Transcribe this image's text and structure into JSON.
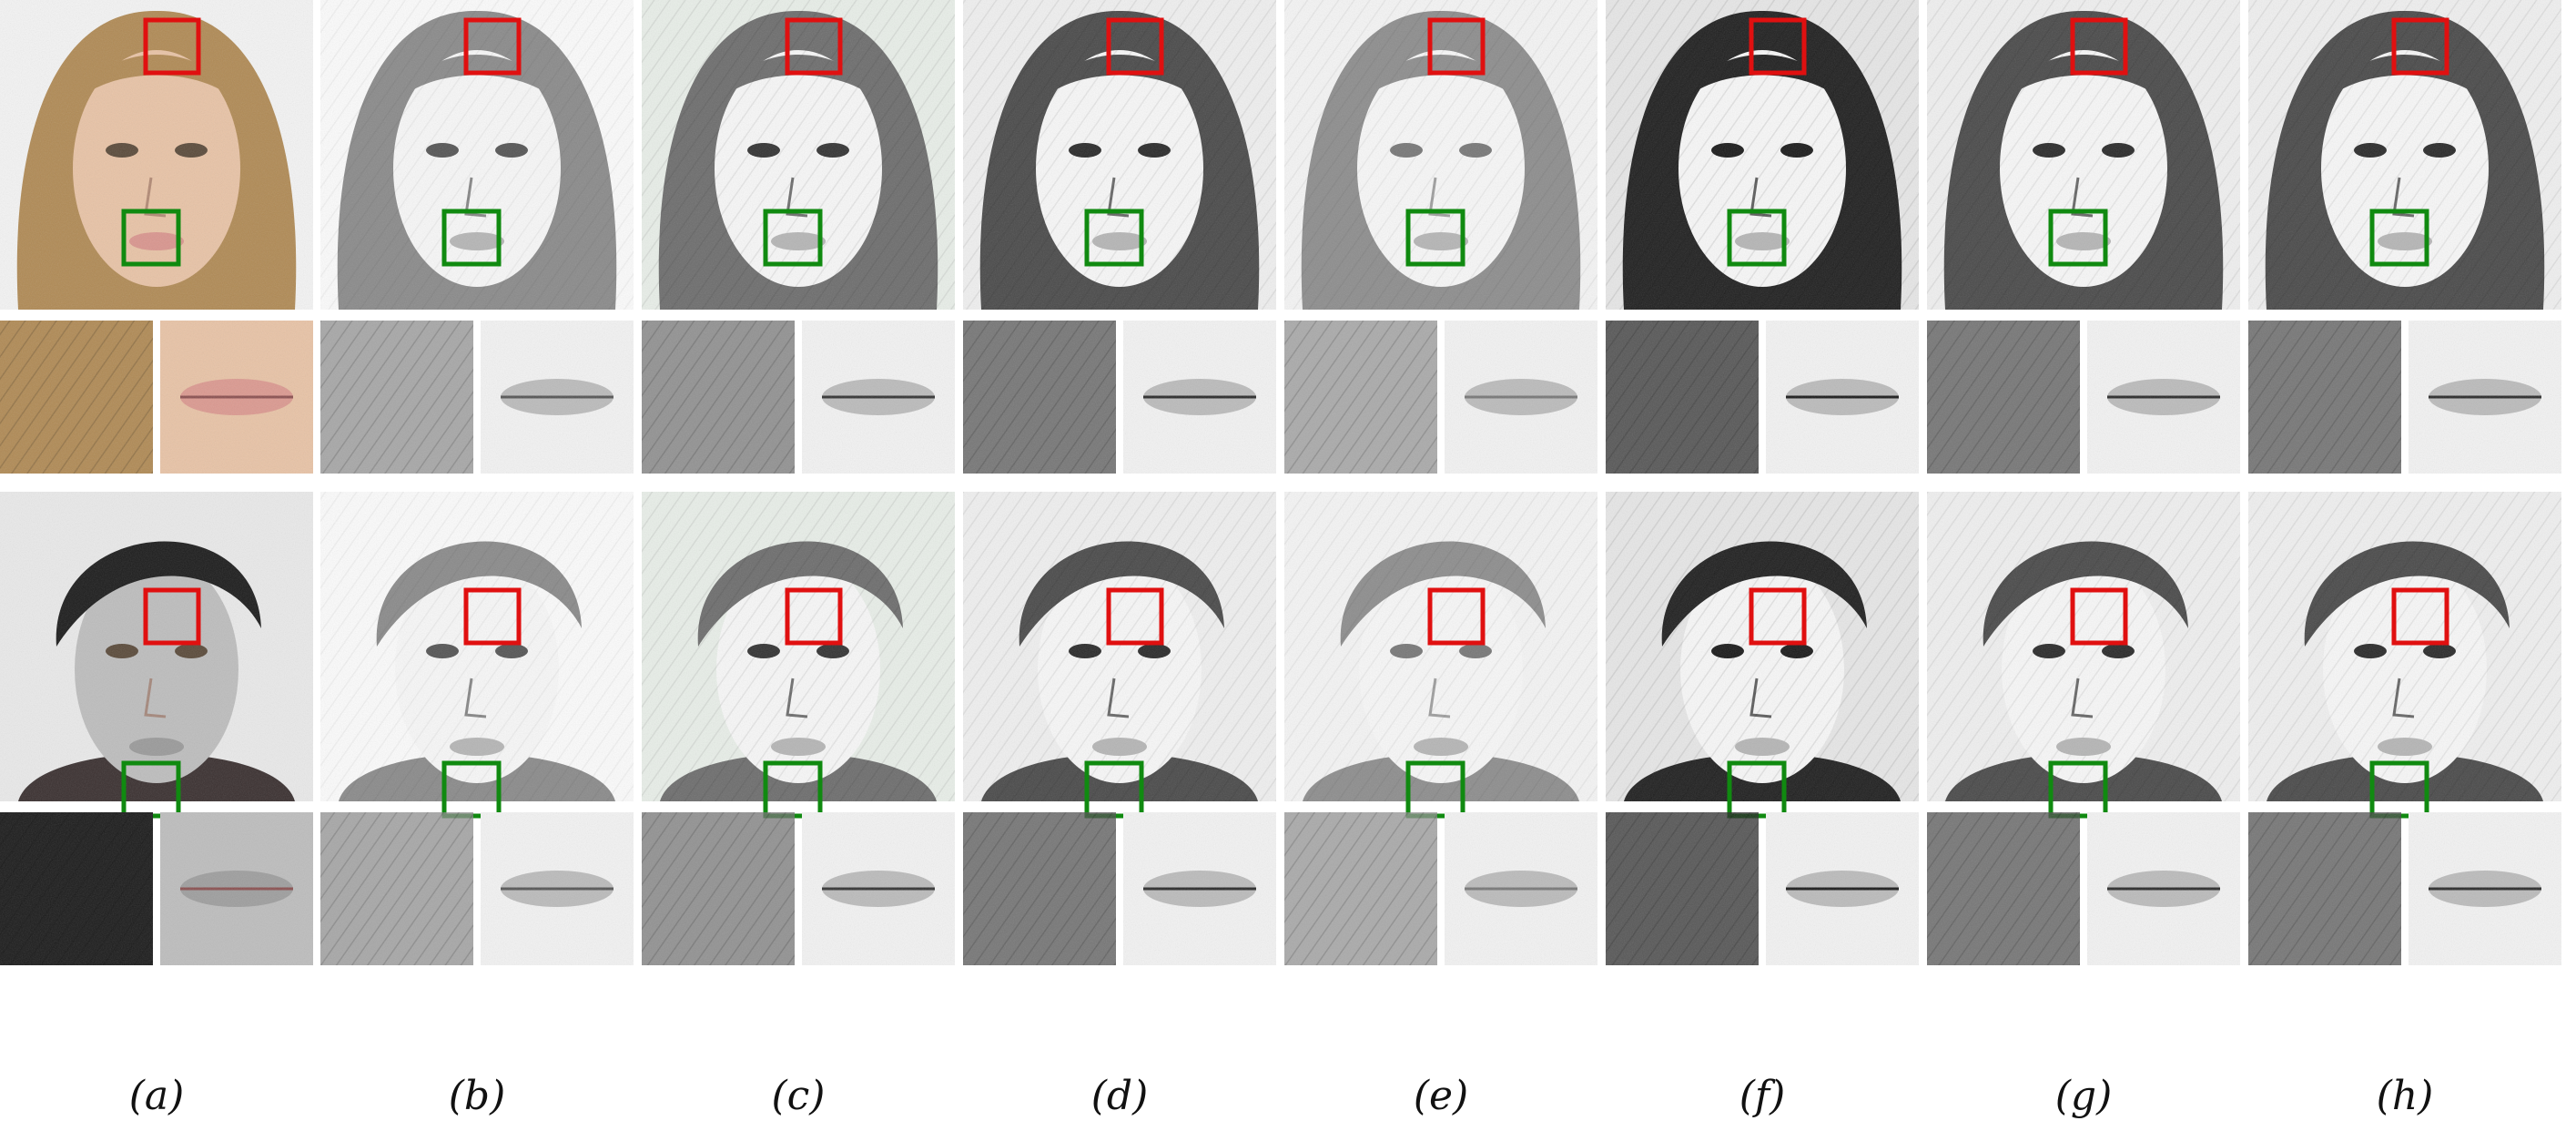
{
  "figure": {
    "columns": [
      {
        "label": "(a)",
        "kind": "photo"
      },
      {
        "label": "(b)",
        "kind": "sketch-light"
      },
      {
        "label": "(c)",
        "kind": "sketch-textured"
      },
      {
        "label": "(d)",
        "kind": "sketch"
      },
      {
        "label": "(e)",
        "kind": "sketch-soft"
      },
      {
        "label": "(f)",
        "kind": "sketch-dark"
      },
      {
        "label": "(g)",
        "kind": "sketch"
      },
      {
        "label": "(h)",
        "kind": "sketch"
      }
    ],
    "rows": [
      {
        "subject": "woman",
        "hair_color": "#b08a55",
        "skin_color": "#e8c3a6",
        "lip_color": "#d9958e",
        "background": "#f3f3f3"
      },
      {
        "subject": "man",
        "hair_color": "#1c1c1c",
        "skin_color": "#bdbdbd",
        "lip_color": "#9a9a9a",
        "background": "#e9e9e9"
      }
    ],
    "box_colors": {
      "hair_patch": "#e01010",
      "mouth_patch": "#108a10"
    }
  }
}
